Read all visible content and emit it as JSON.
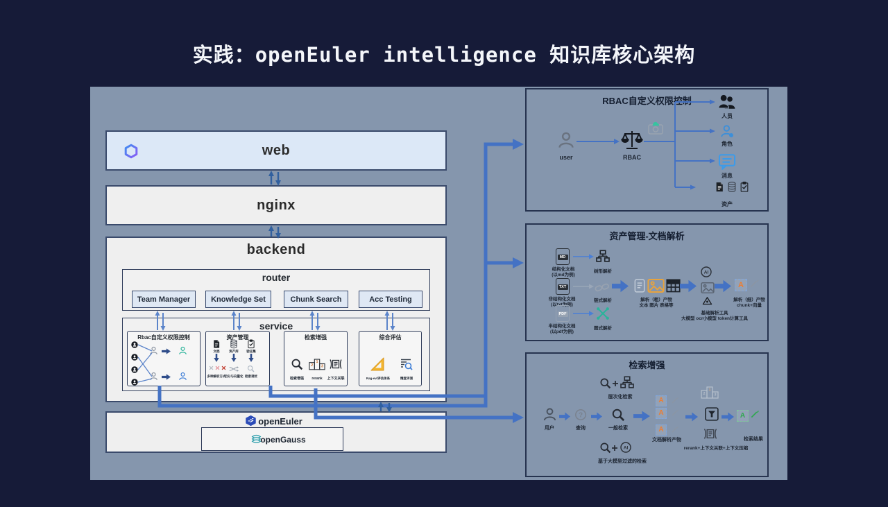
{
  "slide": {
    "title": "实践：openEuler intelligence 知识库核心架构"
  },
  "icons": {
    "ai": "AI",
    "question": "?",
    "letter_a": "A",
    "podium": {
      "first": "1",
      "second": "2",
      "third": "3"
    }
  },
  "stack": {
    "web_label": "web",
    "nginx_label": "nginx",
    "backend_label": "backend",
    "router": {
      "title": "router",
      "buttons": [
        {
          "label": "Team Manager"
        },
        {
          "label": "Knowledge Set"
        },
        {
          "label": "Chunk Search"
        },
        {
          "label": "Acc Testing"
        }
      ]
    },
    "service": {
      "title": "service",
      "rbac": {
        "title": "Rbac自定义权限控制"
      },
      "asset": {
        "title": "资产管理",
        "cols": [
          {
            "label": "文档"
          },
          {
            "label": "资产库"
          },
          {
            "label": "验证集"
          }
        ],
        "ops": [
          {
            "label": "多种解析方式"
          },
          {
            "label": "切分与向量化"
          },
          {
            "label": "检索调优"
          }
        ]
      },
      "retrieval": {
        "title": "检索增强",
        "labels": [
          {
            "label": "检索增强"
          },
          {
            "label": "rerank"
          },
          {
            "label": "上下文关联"
          }
        ]
      },
      "eval": {
        "title": "综合评估",
        "labels": [
          {
            "label": "Rag-evl评估体系"
          },
          {
            "label": "精度评测"
          }
        ]
      }
    },
    "openeuler_label": "openEuler",
    "opengauss_label": "openGauss"
  },
  "panel_rbac": {
    "title": "RBAC自定义权限控制",
    "user_label": "user",
    "rbac_label": "RBAC",
    "targets": [
      {
        "label": "人员"
      },
      {
        "label": "角色"
      },
      {
        "label": "消息"
      },
      {
        "label": "资产"
      }
    ]
  },
  "panel_asset": {
    "title": "资产管理-文档解析",
    "rows": [
      {
        "file": "MD",
        "src_line1": "结构化文档",
        "src_line2": "(以md为例)",
        "parse": "树形解析"
      },
      {
        "file": "TXT",
        "src_line1": "非结构化文档",
        "src_line2": "(以txt为例)",
        "parse": "链式解析"
      },
      {
        "file": "PDF",
        "src_line1": "半结构化文档",
        "src_line2": "(以pdf为例)",
        "parse": "图式解析"
      }
    ],
    "mid_line1": "解析（粗）产物",
    "mid_line2": "文本 图片 表格等",
    "tools_line1": "基础解析工具",
    "tools_line2": "大模型 ocr小模型 token计算工具",
    "out_line1": "解析（细）产物",
    "out_line2": "chunk+向量"
  },
  "panel_retrieval": {
    "title": "检索增强",
    "user": "用户",
    "query": "查询",
    "general": "一般检索",
    "hier": "层次化检索",
    "llm": "基于大模型过滤的检索",
    "docs": "文档解析产物",
    "rerank": "rerank+上下文关联+上下文压缩",
    "result": "检索结果"
  },
  "colors": {
    "page_bg": "#161b38",
    "diagram_bg": "#8596ad",
    "accent_blue": "#4472c4",
    "steel_blue": "#31609f",
    "light_blue_fill": "#dce8f7",
    "box_fill": "#efefef",
    "orange": "#ed7d31",
    "green": "#2fa84f",
    "teal": "#2bb39a",
    "euler_blue": "#2b4bb8",
    "gauss_teal": "#2a9aa8"
  }
}
